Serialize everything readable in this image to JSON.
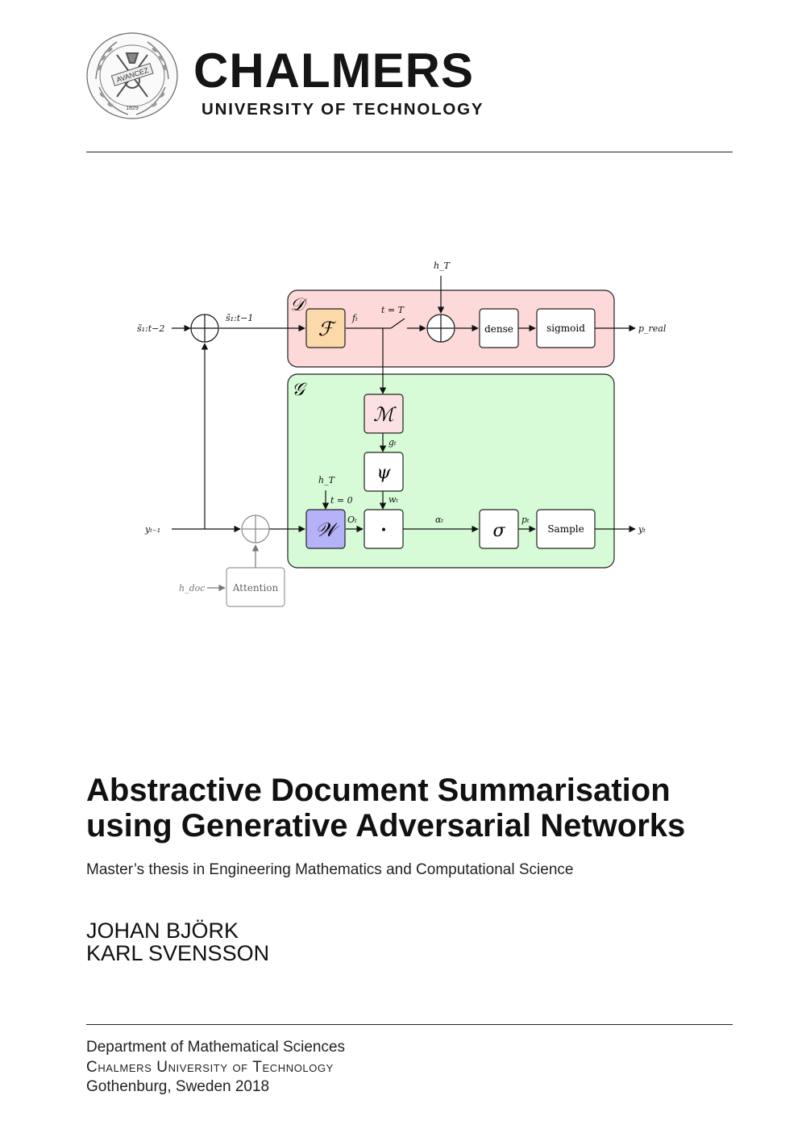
{
  "header": {
    "seal_text": "AVANCEZ",
    "seal_year": "1829",
    "wordmark": "CHALMERS",
    "wordmark_subtitle": "UNIVERSITY OF TECHNOLOGY"
  },
  "diagram": {
    "block_D": "𝒟",
    "block_G": "𝒢",
    "F": "ℱ",
    "M": "ℳ",
    "psi": "ψ",
    "W": "𝒲",
    "dot": "•",
    "sigma": "σ",
    "dense": "dense",
    "sigmoid": "sigmoid",
    "sample": "Sample",
    "attention": "Attention",
    "s_in": "s̃₁:t−2",
    "s_out": "s̃₁:t−1",
    "f_t": "fₜ",
    "t_eq_T": "t = T",
    "h_T_top": "h_T",
    "p_real": "p_real",
    "g_t": "gₜ",
    "w_t": "wₜ",
    "h_T_W": "h_T",
    "t_eq_0": "t = 0",
    "O_t": "Oₜ",
    "alpha_t": "αₜ",
    "p_t": "pₜ",
    "y_prev": "yₜ₋₁",
    "y_t": "yₜ",
    "h_doc": "h_doc"
  },
  "title": {
    "line1": "Abstractive Document Summarisation",
    "line2": "using Generative Adversarial Networks"
  },
  "subtitle": "Master’s thesis in Engineering Mathematics and Computational Science",
  "authors": [
    "JOHAN BJÖRK",
    "KARL SVENSSON"
  ],
  "footer": {
    "department": "Department of Mathematical Sciences",
    "university": "Chalmers University of Technology",
    "location": "Gothenburg, Sweden 2018"
  },
  "colors": {
    "discriminator_fill": "#fdd9d9",
    "generator_fill": "#d6fbd6",
    "F_fill": "#fbd9a8",
    "M_fill": "#fbe1e1",
    "W_fill": "#b6b2f7"
  }
}
